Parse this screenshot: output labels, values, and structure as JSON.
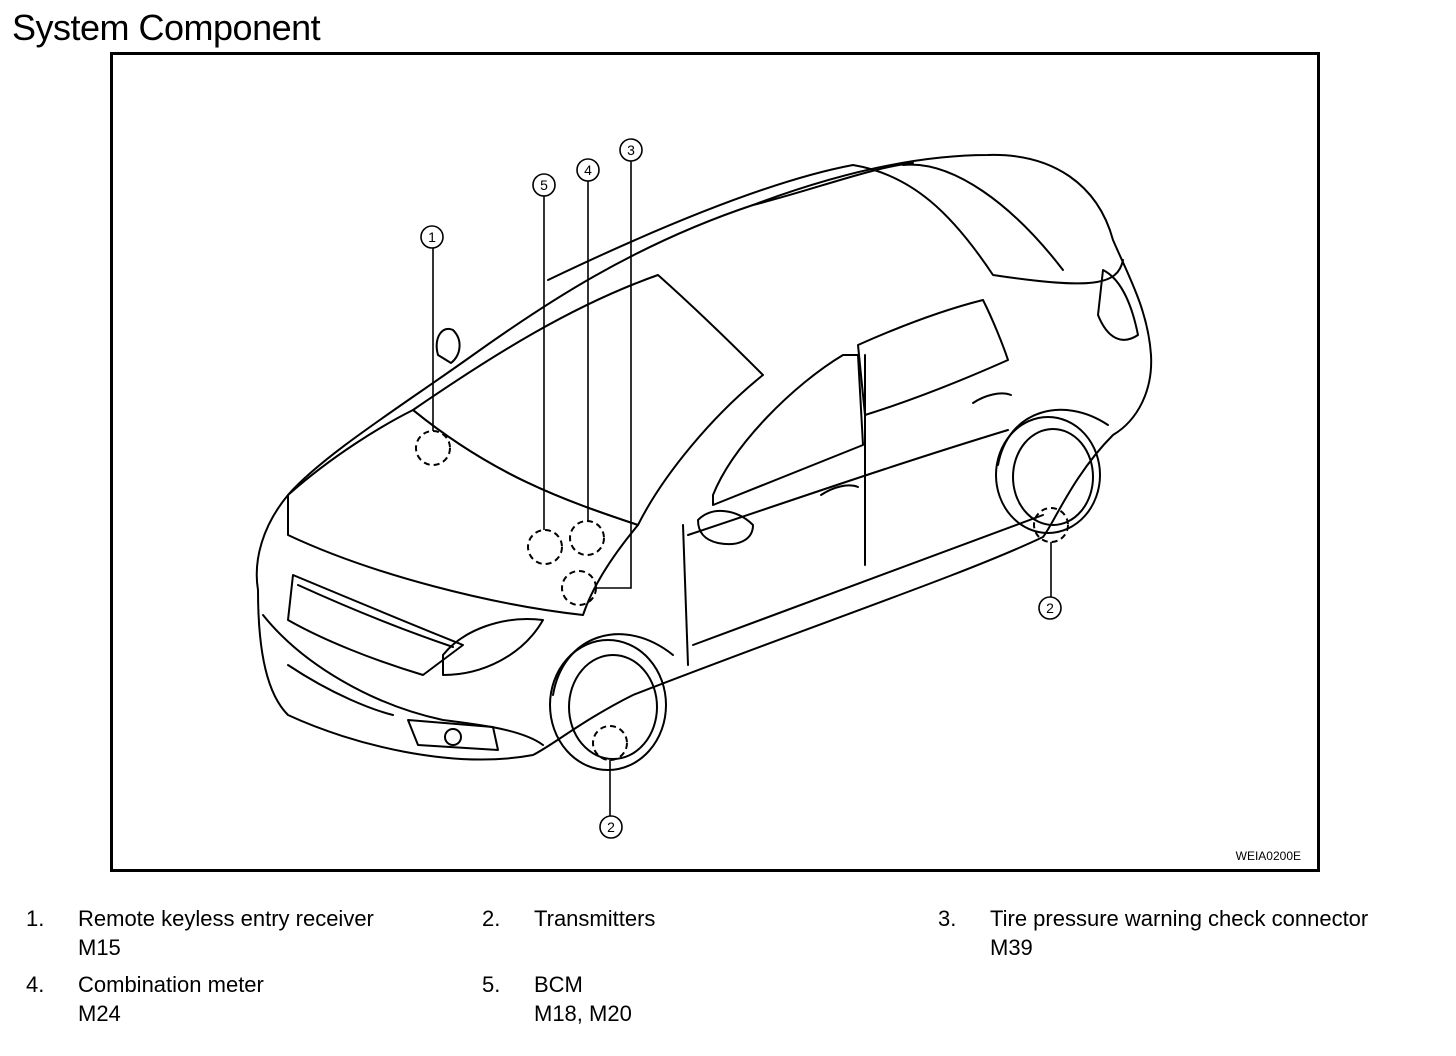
{
  "page": {
    "title": "System Component"
  },
  "figure": {
    "code": "WEIA0200E",
    "callouts": [
      {
        "id": "callout-1",
        "label": "1"
      },
      {
        "id": "callout-2-rear",
        "label": "2"
      },
      {
        "id": "callout-2-front",
        "label": "2"
      },
      {
        "id": "callout-3",
        "label": "3"
      },
      {
        "id": "callout-4",
        "label": "4"
      },
      {
        "id": "callout-5",
        "label": "5"
      }
    ]
  },
  "legend": [
    {
      "num": "1.",
      "name": "Remote keyless entry receiver",
      "connector": "M15"
    },
    {
      "num": "2.",
      "name": "Transmitters",
      "connector": ""
    },
    {
      "num": "3.",
      "name": "Tire pressure warning check connector",
      "connector": "M39"
    },
    {
      "num": "4.",
      "name": "Combination meter",
      "connector": "M24"
    },
    {
      "num": "5.",
      "name": "BCM",
      "connector": "M18, M20"
    }
  ]
}
